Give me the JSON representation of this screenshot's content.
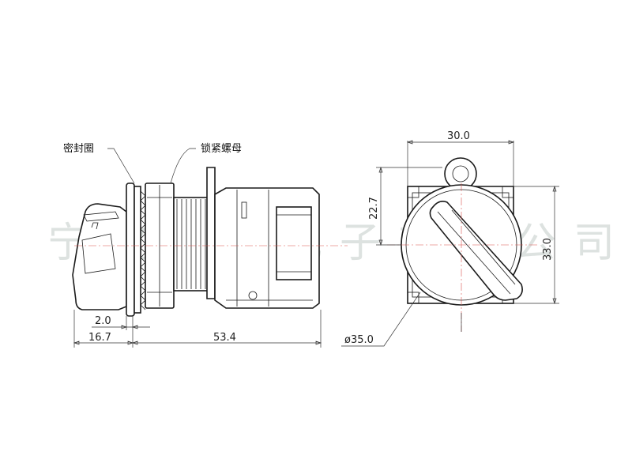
{
  "labels": {
    "seal_ring": "密封圈",
    "lock_nut": "锁紧螺母"
  },
  "dimensions": {
    "panel_gap": "2.0",
    "knob_length": "16.7",
    "body_length": "53.4",
    "width": "30.0",
    "height_small": "22.7",
    "height": "33.0",
    "diameter": "ø35.0"
  },
  "watermark": "宁波通普电子有限公司",
  "colors": {
    "line": "#1a1a1a",
    "centerline": "#d9534f",
    "watermark": "#d8dedb"
  }
}
